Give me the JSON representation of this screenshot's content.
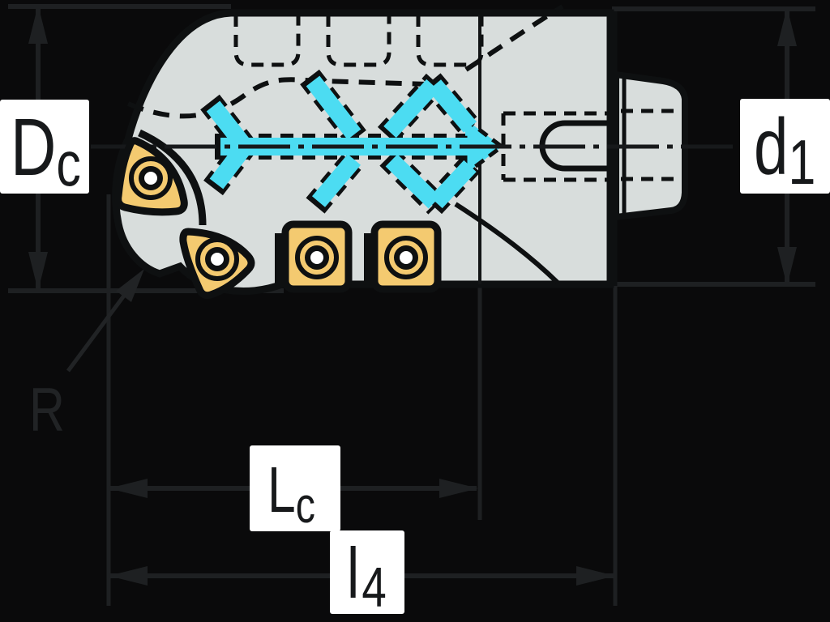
{
  "diagram": {
    "kind": "technical-dimension-drawing",
    "subject": "indexable insert milling cutter, side view with coolant channels",
    "labels": {
      "dc": {
        "main": "D",
        "sub": "c"
      },
      "d1": {
        "main": "d",
        "sub": "1"
      },
      "lc": {
        "main": "L",
        "sub": "c"
      },
      "l4": {
        "main": "l",
        "sub": "4"
      },
      "r": {
        "text": "R"
      }
    },
    "colors": {
      "background": "#0a0a0b",
      "body_fill": "#d8dddc",
      "outline": "#0e1011",
      "insert_fill": "#f4ca70",
      "coolant": "#4cdcf2",
      "dimension_line": "#1e2022",
      "label_box": "#ffffff",
      "label_text": "#17191b",
      "screw_center": "#ffffff"
    }
  }
}
